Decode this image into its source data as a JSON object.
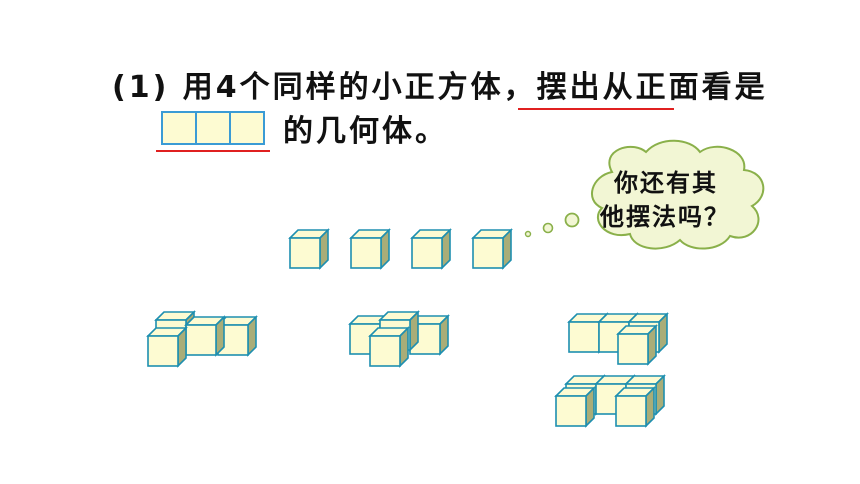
{
  "question": {
    "line1": "(1) 用4个同样的小正方体，摆出从正面看是",
    "line2": "的几何体。"
  },
  "bubble": {
    "line1": "你还有其",
    "line2": "他摆法吗？"
  },
  "colors": {
    "cube_fill": "#fdfbd2",
    "cube_side": "#a9ad78",
    "cube_stroke": "#1e8fb0",
    "front_view_stroke": "#3a9bd5",
    "underline": "#e02020",
    "bubble_fill": "#f2f6d4",
    "bubble_stroke": "#8ab04a"
  }
}
